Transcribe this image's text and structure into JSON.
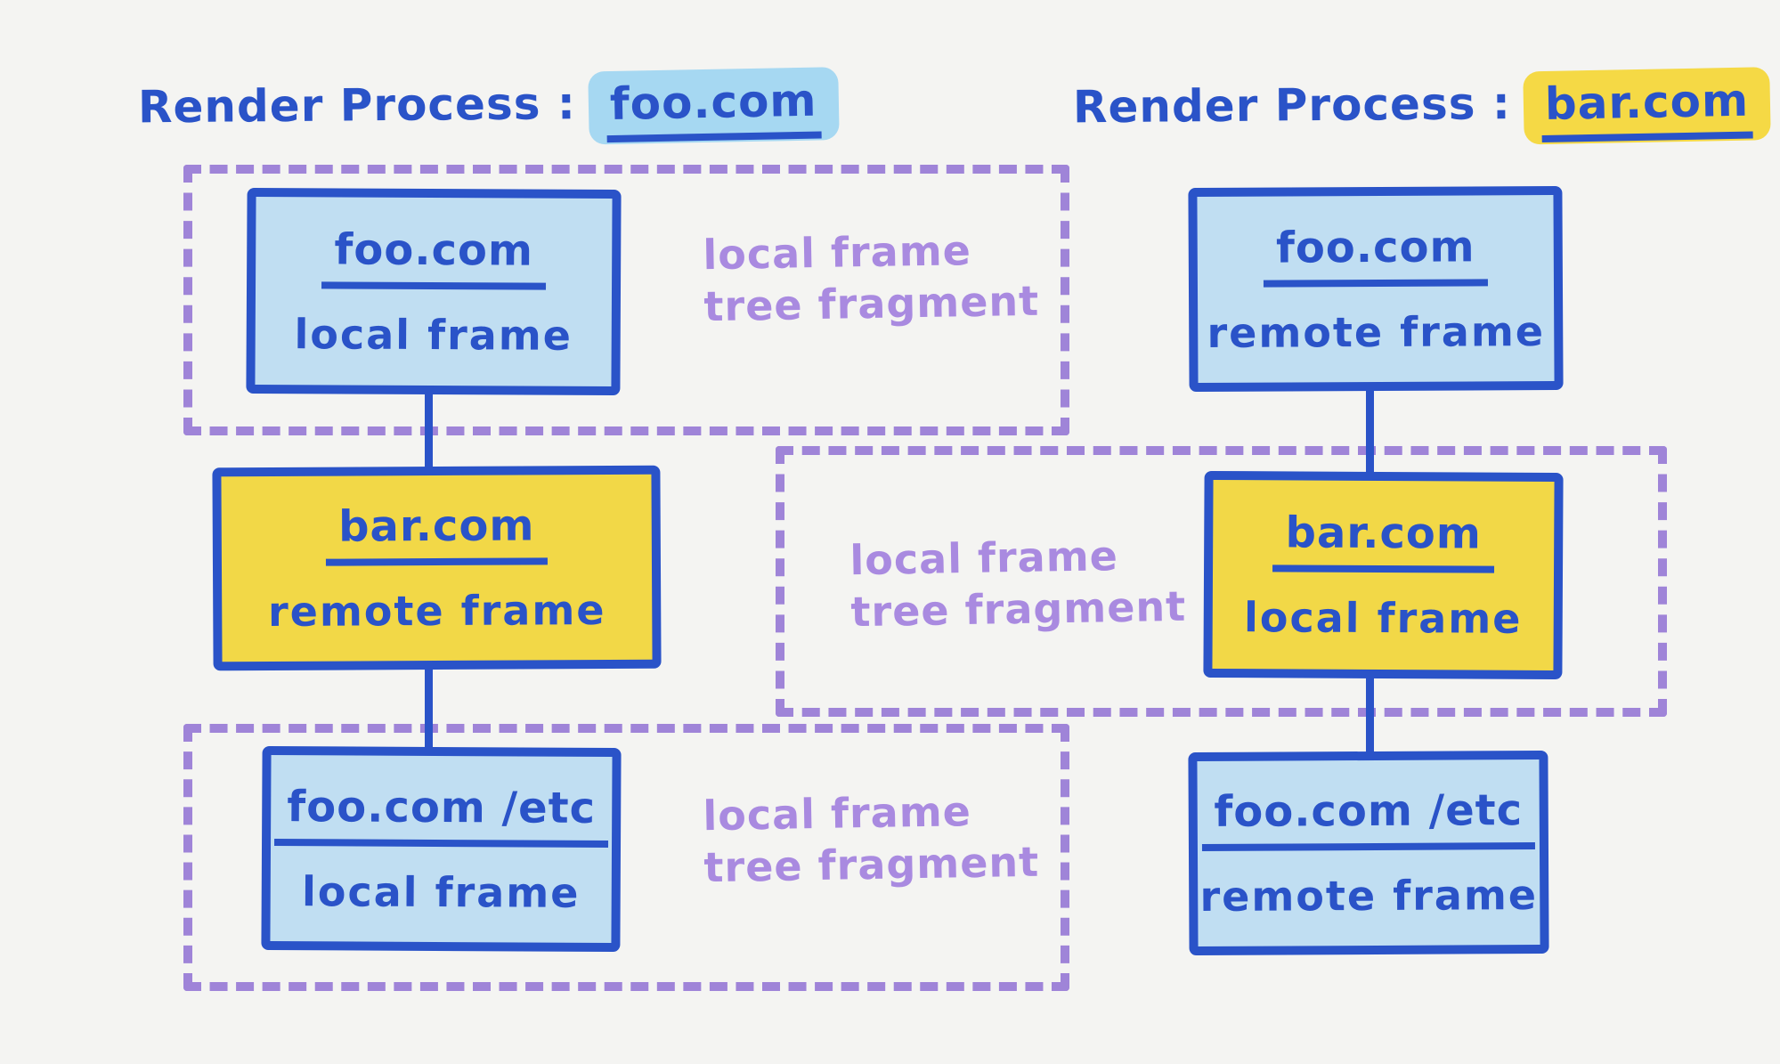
{
  "colors": {
    "background": "#f4f4f2",
    "ink_blue": "#2a53c8",
    "light_blue_fill": "#c0def2",
    "blue_highlight": "#a6d8f2",
    "yellow_fill": "#f2d847",
    "yellow_highlight": "#f5d945",
    "purple_dash": "#9f84d8",
    "purple_text": "#a98ae0"
  },
  "left_process": {
    "title": {
      "prefix": "Render Process :",
      "domain": "foo.com"
    },
    "nodes": [
      {
        "domain": "foo.com",
        "frame": "local frame"
      },
      {
        "domain": "bar.com",
        "frame": "remote frame"
      },
      {
        "domain": "foo.com /etc",
        "frame": "local frame"
      }
    ],
    "fragments": [
      {
        "line1": "local frame",
        "line2": "tree fragment"
      },
      {
        "line1": "local frame",
        "line2": "tree fragment"
      }
    ]
  },
  "right_process": {
    "title": {
      "prefix": "Render Process :",
      "domain": "bar.com"
    },
    "nodes": [
      {
        "domain": "foo.com",
        "frame": "remote frame"
      },
      {
        "domain": "bar.com",
        "frame": "local frame"
      },
      {
        "domain": "foo.com /etc",
        "frame": "remote frame"
      }
    ],
    "fragments": [
      {
        "line1": "local frame",
        "line2": "tree fragment"
      }
    ]
  }
}
